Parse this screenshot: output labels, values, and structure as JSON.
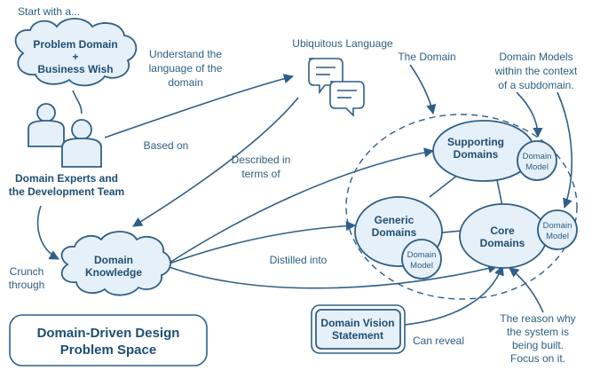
{
  "labels": {
    "start": "Start with a...",
    "problem_domain": [
      "Problem Domain",
      "+",
      "Business Wish"
    ],
    "understand": [
      "Understand the",
      "language of the",
      "domain"
    ],
    "ubiquitous": "Ubiquitous Language",
    "the_domain": "The Domain",
    "domain_models_note": [
      "Domain Models",
      "within the context",
      "of a subdomain."
    ],
    "based_on": "Based on",
    "described": [
      "Described in",
      "terms of"
    ],
    "experts": [
      "Domain Experts and",
      "the Development Team"
    ],
    "crunch": [
      "Crunch",
      "through"
    ],
    "knowledge": [
      "Domain",
      "Knowledge"
    ],
    "distilled": "Distilled into",
    "supporting": [
      "Supporting",
      "Domains"
    ],
    "generic": [
      "Generic",
      "Domains"
    ],
    "core": [
      "Core",
      "Domains"
    ],
    "domain_model": [
      "Domain",
      "Model"
    ],
    "vision": [
      "Domain Vision",
      "Statement"
    ],
    "can_reveal": "Can reveal",
    "reason": [
      "The reason why",
      "the system is",
      "being built.",
      "Focus on it."
    ],
    "problem_space": [
      "Domain-Driven Design",
      "Problem Space"
    ]
  },
  "colors": {
    "stroke": "#2f5f86",
    "fill": "#e6f0f8",
    "text": "#1d4e73"
  }
}
